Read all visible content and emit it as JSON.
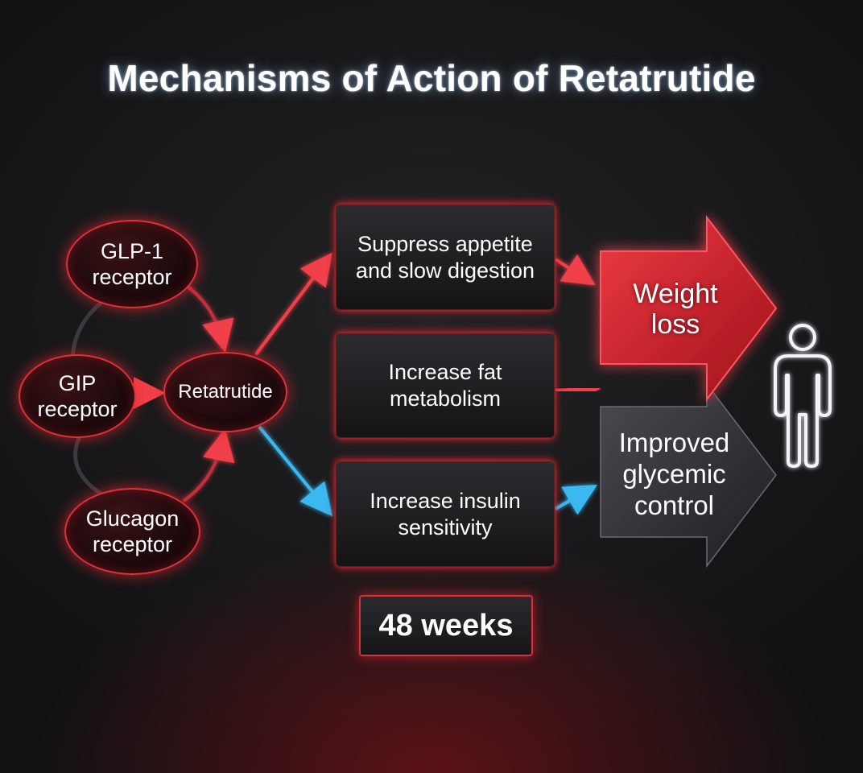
{
  "title": "Mechanisms of Action of Retatrutide",
  "receptors": [
    {
      "label": "GLP-1\nreceptor"
    },
    {
      "label": "GIP\nreceptor"
    },
    {
      "label": "Glucagon\nreceptor"
    }
  ],
  "drug": {
    "label": "Retatrutide"
  },
  "mechanisms": [
    {
      "label": "Suppress appetite\nand slow digestion"
    },
    {
      "label": "Increase fat\nmetabolism"
    },
    {
      "label": "Increase insulin\nsensitivity"
    }
  ],
  "outcomes": [
    {
      "label": "Weight\nloss",
      "color": "#d3222c"
    },
    {
      "label": "Improved\nglycemic\ncontrol",
      "color": "#3a3a3e"
    }
  ],
  "duration": {
    "label": "48 weeks"
  },
  "colors": {
    "red_glow": "#e0303a",
    "blue_glow": "#3ab8f0",
    "person_outline": "#f2f4f8"
  },
  "icons": {
    "person": "person-outline-icon"
  }
}
